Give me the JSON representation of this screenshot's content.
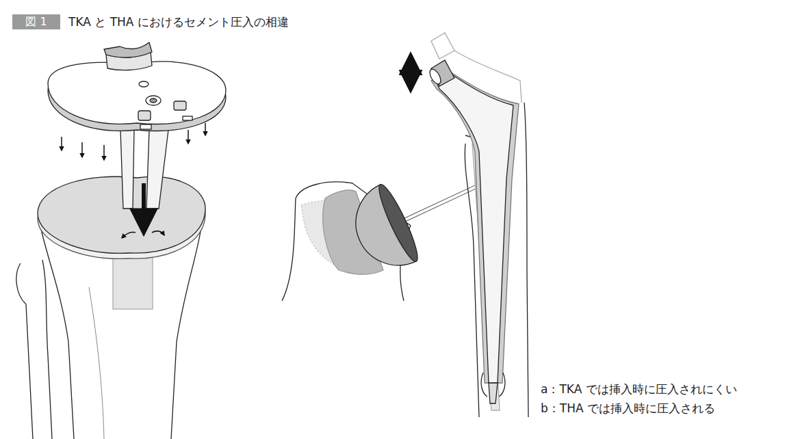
{
  "diagram": {
    "title": "TKA と THA におけるセメント圧入の相違",
    "nodes": [
      {
        "text": [
          "図 1"
        ]
      }
    ],
    "edges": [],
    "labels": [
      "a：TKA では挿入時に圧入されにくい",
      "b：THA では挿入時に圧入される"
    ]
  }
}
